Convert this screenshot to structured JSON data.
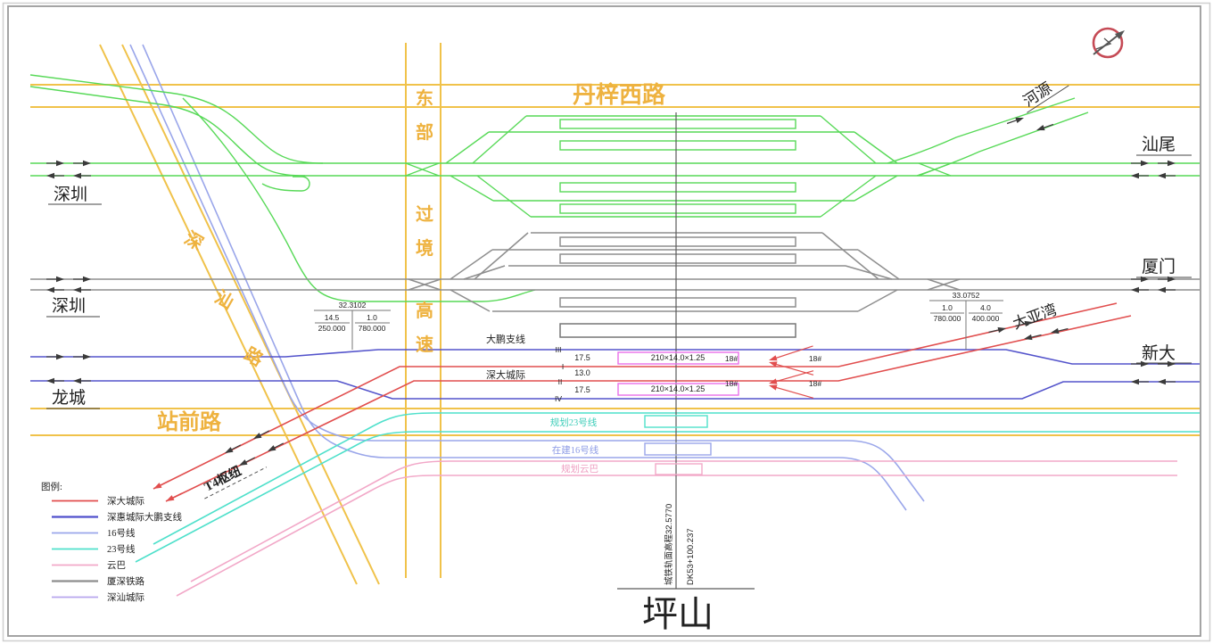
{
  "roads": {
    "danzixilu": "丹梓西路",
    "dongbu_guojing": [
      "东",
      "部",
      "过",
      "境",
      "高",
      "速"
    ],
    "shenshan": [
      "深",
      "汕",
      "路"
    ],
    "zhanqianlu": "站前路"
  },
  "endpoints": {
    "shenzhen_top": "深圳",
    "shenzhen_mid": "深圳",
    "longcheng": "龙城",
    "shanwei": "汕尾",
    "xiamen": "厦门",
    "xinda": "新大",
    "heyuan": "河源",
    "dayawan": "大亚湾",
    "t4hub": "T4枢纽"
  },
  "gradients": {
    "left": {
      "elevation": "32.3102",
      "slope1": "14.5",
      "len1": "250.000",
      "slope2": "1.0",
      "len2": "780.000"
    },
    "right": {
      "elevation": "33.0752",
      "slope1": "1.0",
      "len1": "780.000",
      "slope2": "4.0",
      "len2": "400.000"
    }
  },
  "tracks": {
    "dapeng_branch": "大鹏支线",
    "shenda": "深大城际",
    "num3": "III",
    "num1": "I",
    "num2": "II",
    "num4": "IV",
    "gap1": "17.5",
    "gap2": "13.0",
    "gap3": "17.5",
    "platform_dim": "210×14.0×1.25",
    "turnout": "18#"
  },
  "transit": {
    "line23": "规划23号线",
    "line16": "在建16号线",
    "yunba": "规划云巴"
  },
  "axis": {
    "elevation": "城铁轨面高程32.5770",
    "chainage": "DK53+100.237",
    "station": "坪山"
  },
  "legend": {
    "title": "图例:",
    "items": [
      {
        "label": "深大城际",
        "color": "#e14e4e"
      },
      {
        "label": "深惠城际大鹏支线",
        "color": "#5050cc"
      },
      {
        "label": "16号线",
        "color": "#9aa6ea"
      },
      {
        "label": "23号线",
        "color": "#4fe0cb"
      },
      {
        "label": "云巴",
        "color": "#f2a8c8"
      },
      {
        "label": "厦深铁路",
        "color": "#8e8e8e"
      },
      {
        "label": "深汕城际",
        "color": "#b8a6ee"
      }
    ]
  }
}
